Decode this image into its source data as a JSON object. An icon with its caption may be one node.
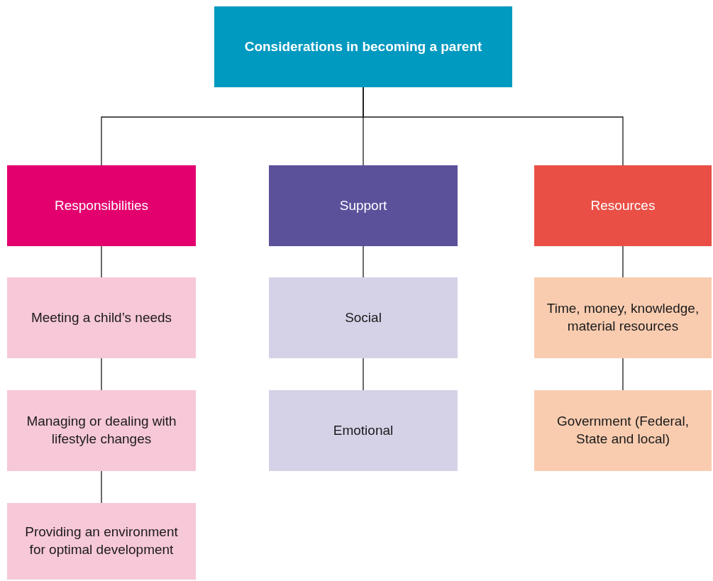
{
  "diagram": {
    "nodes": [
      {
        "text": [
          "Considerations in becoming a parent"
        ]
      },
      {
        "text": [
          "Responsibilities"
        ]
      },
      {
        "text": [
          "Support"
        ]
      },
      {
        "text": [
          "Resources"
        ]
      },
      {
        "text": [
          "Meeting a child’s needs"
        ]
      },
      {
        "text": [
          "Managing or dealing with lifestyle changes"
        ]
      },
      {
        "text": [
          "Providing an environment for optimal development"
        ]
      },
      {
        "text": [
          "Social"
        ]
      },
      {
        "text": [
          "Emotional"
        ]
      },
      {
        "text": [
          "Time, money, knowledge, material resources"
        ]
      },
      {
        "text": [
          "Government (Federal, State and local)"
        ]
      }
    ],
    "edges": [
      {
        "from": 0,
        "to": 1,
        "arrow": "none"
      },
      {
        "from": 0,
        "to": 2,
        "arrow": "none"
      },
      {
        "from": 0,
        "to": 3,
        "arrow": "none"
      },
      {
        "from": 1,
        "to": 4,
        "arrow": "none"
      },
      {
        "from": 4,
        "to": 5,
        "arrow": "none"
      },
      {
        "from": 5,
        "to": 6,
        "arrow": "none"
      },
      {
        "from": 2,
        "to": 7,
        "arrow": "none"
      },
      {
        "from": 7,
        "to": 8,
        "arrow": "none"
      },
      {
        "from": 3,
        "to": 9,
        "arrow": "none"
      },
      {
        "from": 9,
        "to": 10,
        "arrow": "none"
      }
    ]
  }
}
